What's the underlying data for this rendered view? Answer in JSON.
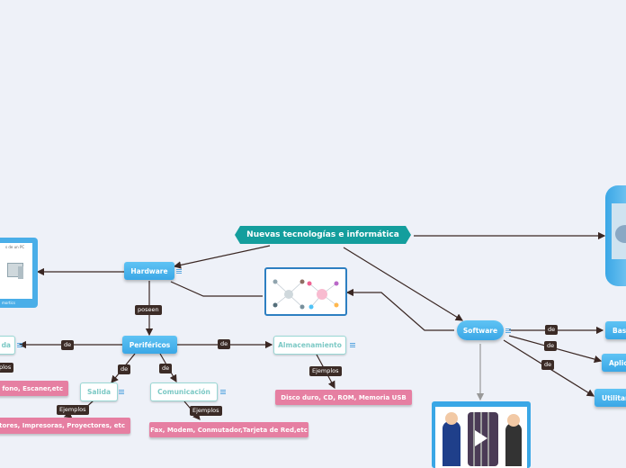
{
  "central": {
    "label": "Nuevas tecnologías e informática"
  },
  "hardware": {
    "label": "Hardware"
  },
  "software": {
    "label": "Software"
  },
  "perifericos": {
    "label": "Periféricos"
  },
  "entrada": {
    "label": "da"
  },
  "salida": {
    "label": "Salida"
  },
  "comunicacion": {
    "label": "Comunicación"
  },
  "almacenamiento": {
    "label": "Almacenamiento"
  },
  "software_branches": [
    {
      "label": "Bas"
    },
    {
      "label": "Aplic"
    },
    {
      "label": "Utilitar"
    }
  ],
  "examples": {
    "entrada": "fono, Escaner,etc",
    "salida": "tores, Impresoras, Proyectores, etc",
    "comunicacion": "Fax, Modem, Conmutador,Tarjeta de Red,etc",
    "almacenamiento": "Disco duro, CD, ROM, Memoria USB"
  },
  "link_labels": {
    "poseen": "poseen",
    "de": "de",
    "ejemplos": "Ejemplos",
    "ejemplos_cut": "plos"
  },
  "image_card": {
    "caption_top": "s de un PC",
    "caption_bottom": "mortics"
  },
  "colors": {
    "central": "#149e9d",
    "main_node": "#3aa7e6",
    "outline_text": "#7cc9c5",
    "example": "#e67fa2",
    "tag": "#3b2b26",
    "line": "#3a2723",
    "line_gray": "#999999",
    "background": "#eef1f8"
  }
}
